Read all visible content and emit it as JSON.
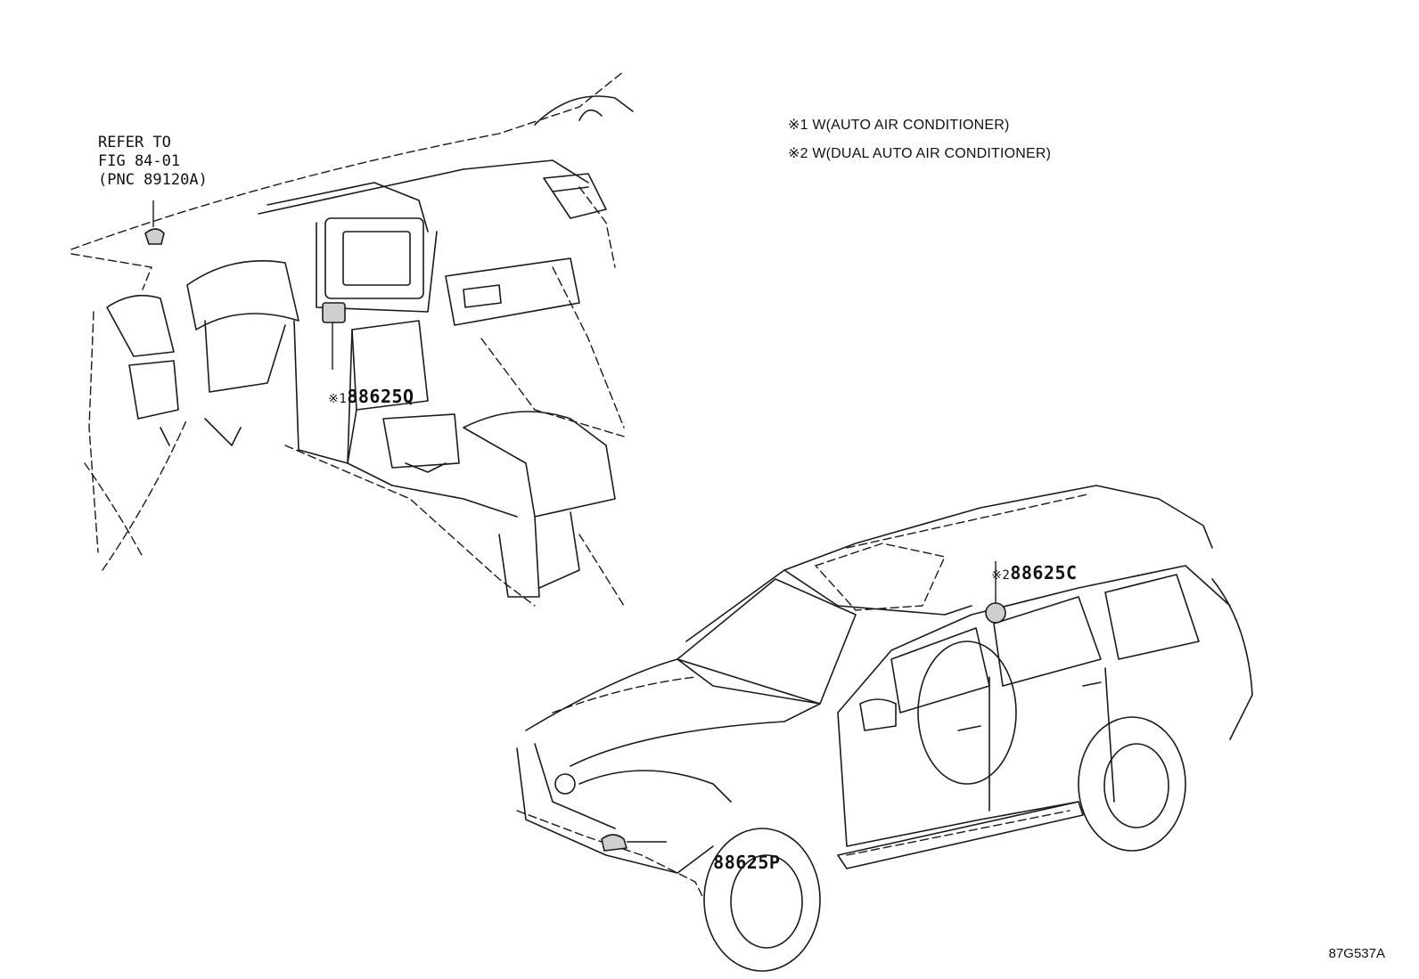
{
  "reference_note": {
    "line1": "REFER TO",
    "line2": "FIG 84-01",
    "line3": "(PNC 89120A)"
  },
  "legend": {
    "note1": "※1 W(AUTO AIR CONDITIONER)",
    "note2": "※2 W(DUAL AUTO AIR CONDITIONER)"
  },
  "callouts": {
    "dash_sensor": {
      "mark": "※1",
      "part": "88625Q"
    },
    "roof_sensor": {
      "mark": "※2",
      "part": "88625C"
    },
    "bumper_sensor": {
      "mark": "",
      "part": "88625P"
    }
  },
  "figure_code": "87G537A"
}
